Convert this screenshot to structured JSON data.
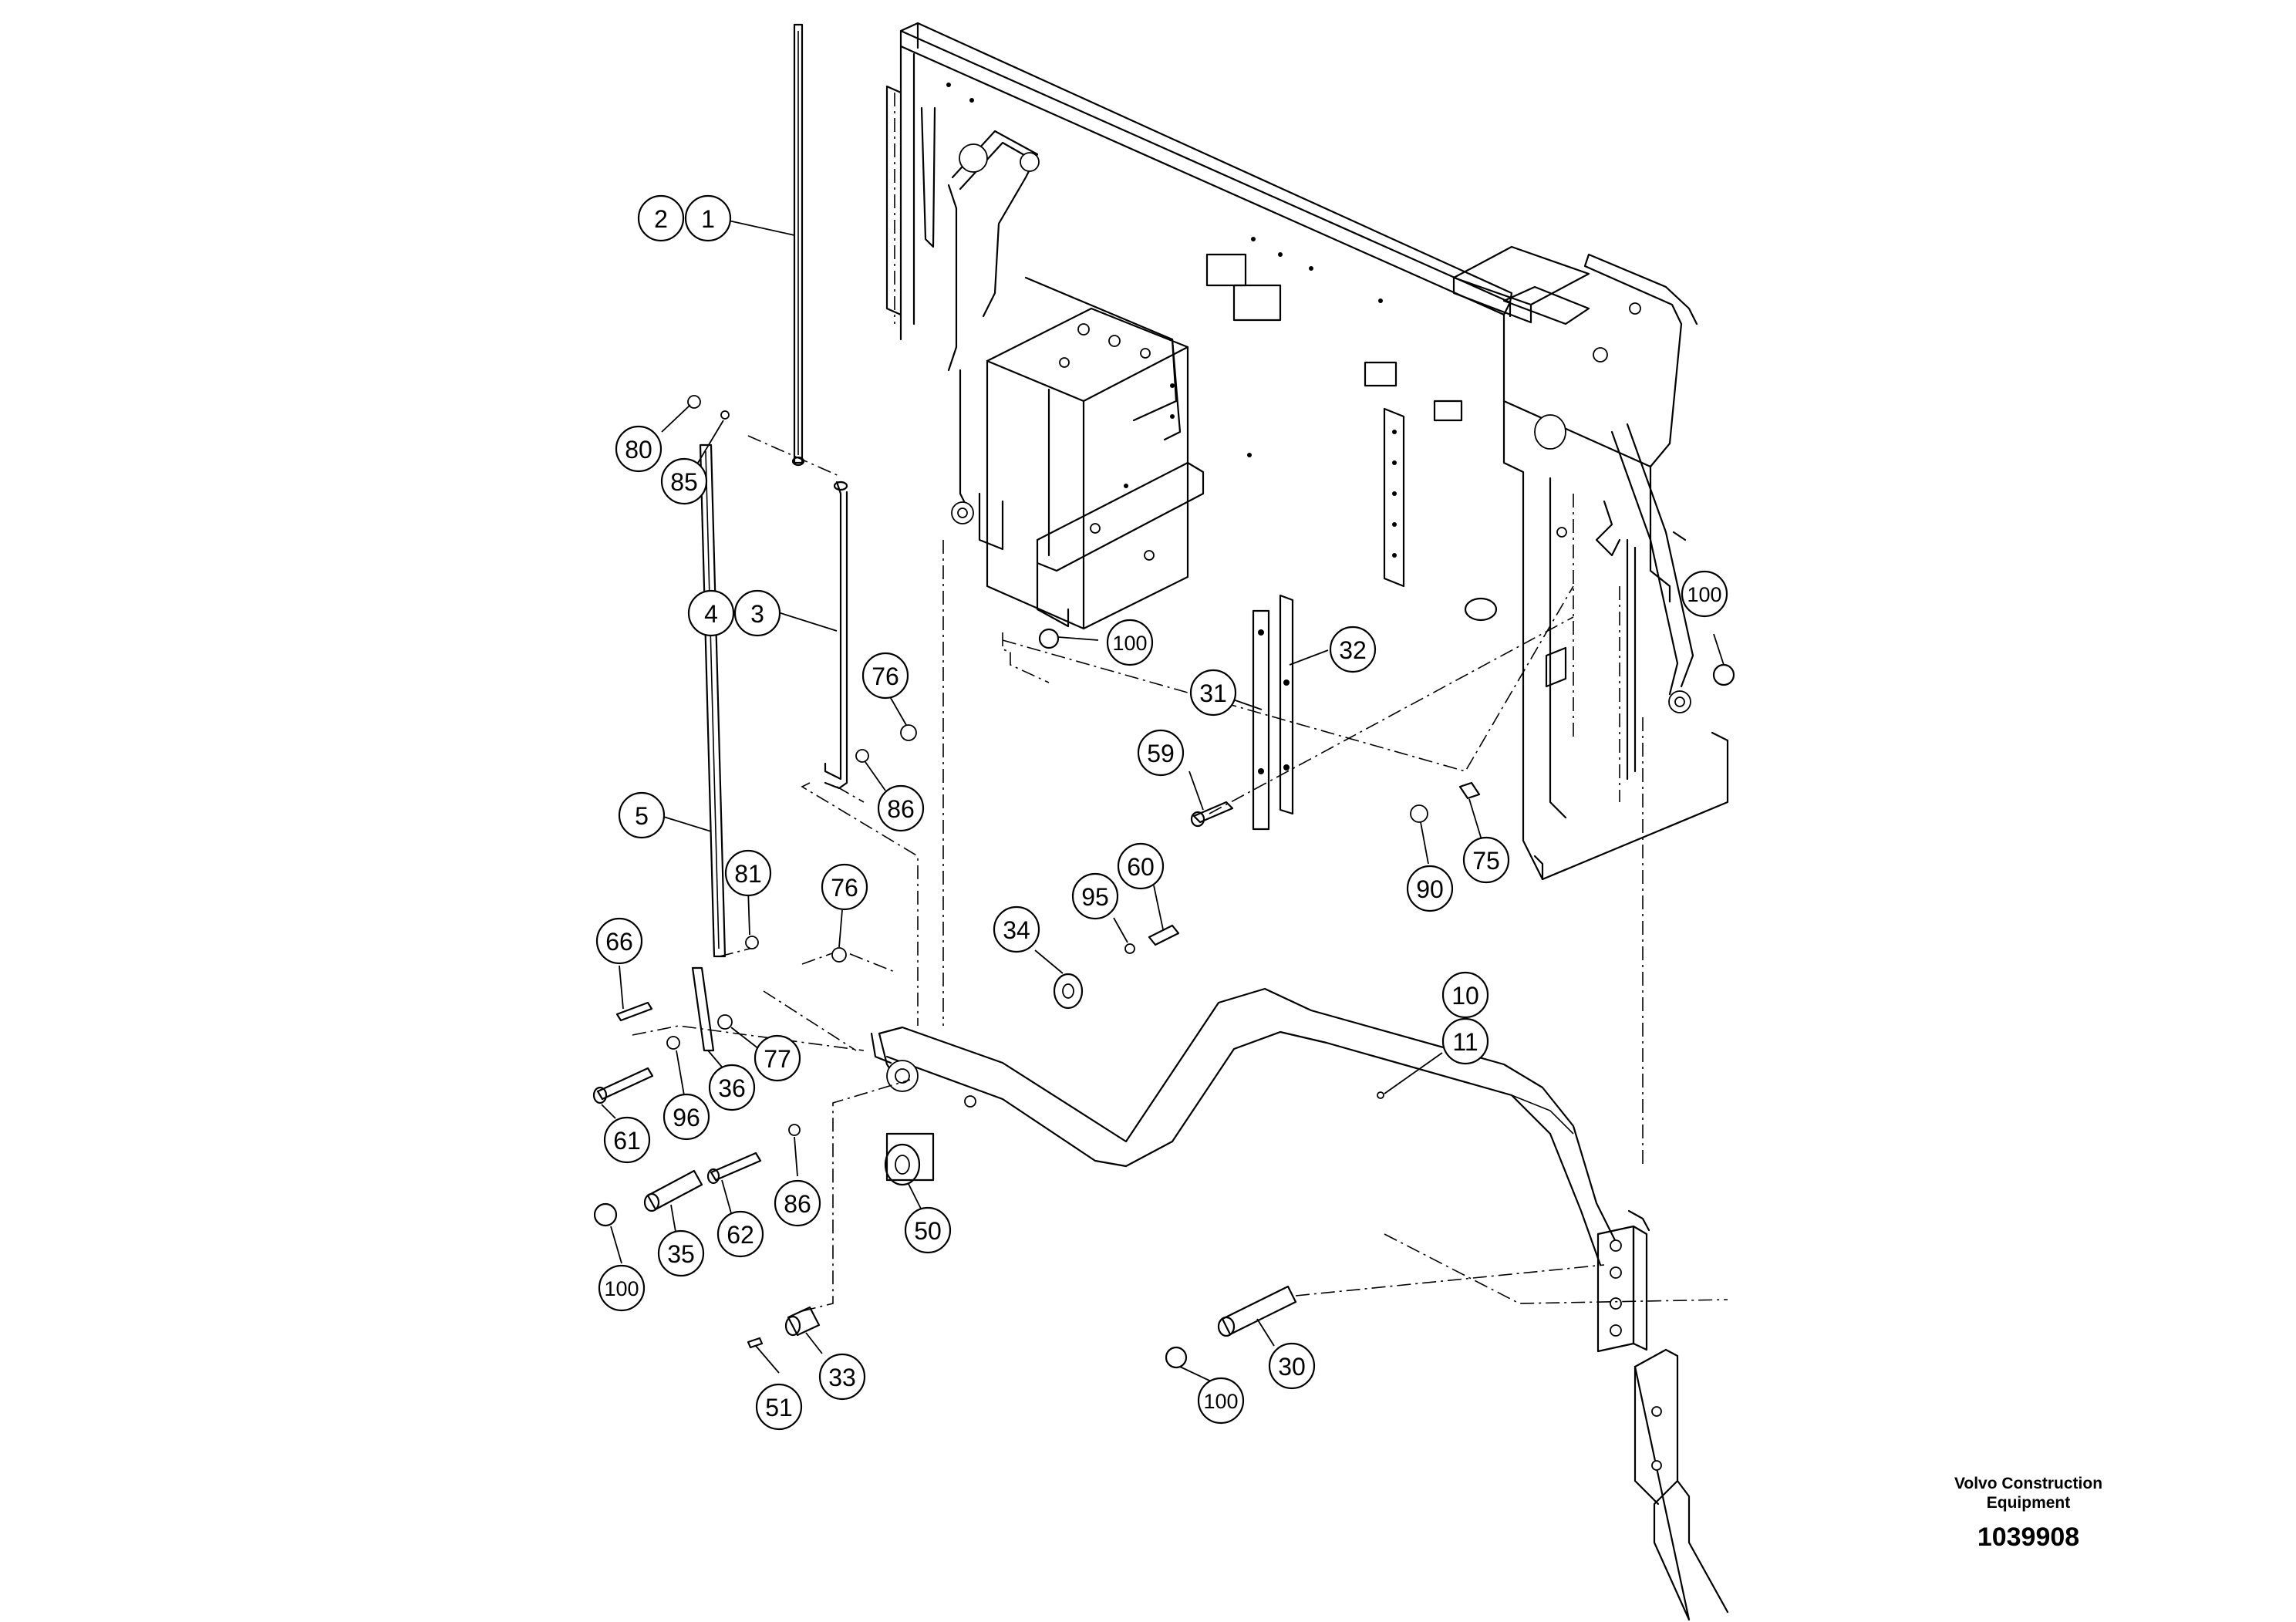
{
  "callouts": [
    {
      "label": "2"
    },
    {
      "label": "1"
    },
    {
      "label": "80"
    },
    {
      "label": "85"
    },
    {
      "label": "4"
    },
    {
      "label": "3"
    },
    {
      "label": "100"
    },
    {
      "label": "76"
    },
    {
      "label": "86"
    },
    {
      "label": "5"
    },
    {
      "label": "81"
    },
    {
      "label": "76"
    },
    {
      "label": "66"
    },
    {
      "label": "77"
    },
    {
      "label": "61"
    },
    {
      "label": "96"
    },
    {
      "label": "36"
    },
    {
      "label": "34"
    },
    {
      "label": "95"
    },
    {
      "label": "60"
    },
    {
      "label": "86"
    },
    {
      "label": "62"
    },
    {
      "label": "35"
    },
    {
      "label": "100"
    },
    {
      "label": "50"
    },
    {
      "label": "33"
    },
    {
      "label": "51"
    },
    {
      "label": "31"
    },
    {
      "label": "32"
    },
    {
      "label": "59"
    },
    {
      "label": "10"
    },
    {
      "label": "11"
    },
    {
      "label": "100"
    },
    {
      "label": "90"
    },
    {
      "label": "75"
    },
    {
      "label": "30"
    },
    {
      "label": "100"
    }
  ],
  "brand": {
    "maker_line1": "Volvo Construction",
    "maker_line2": "Equipment",
    "drawing_number": "1039908"
  }
}
